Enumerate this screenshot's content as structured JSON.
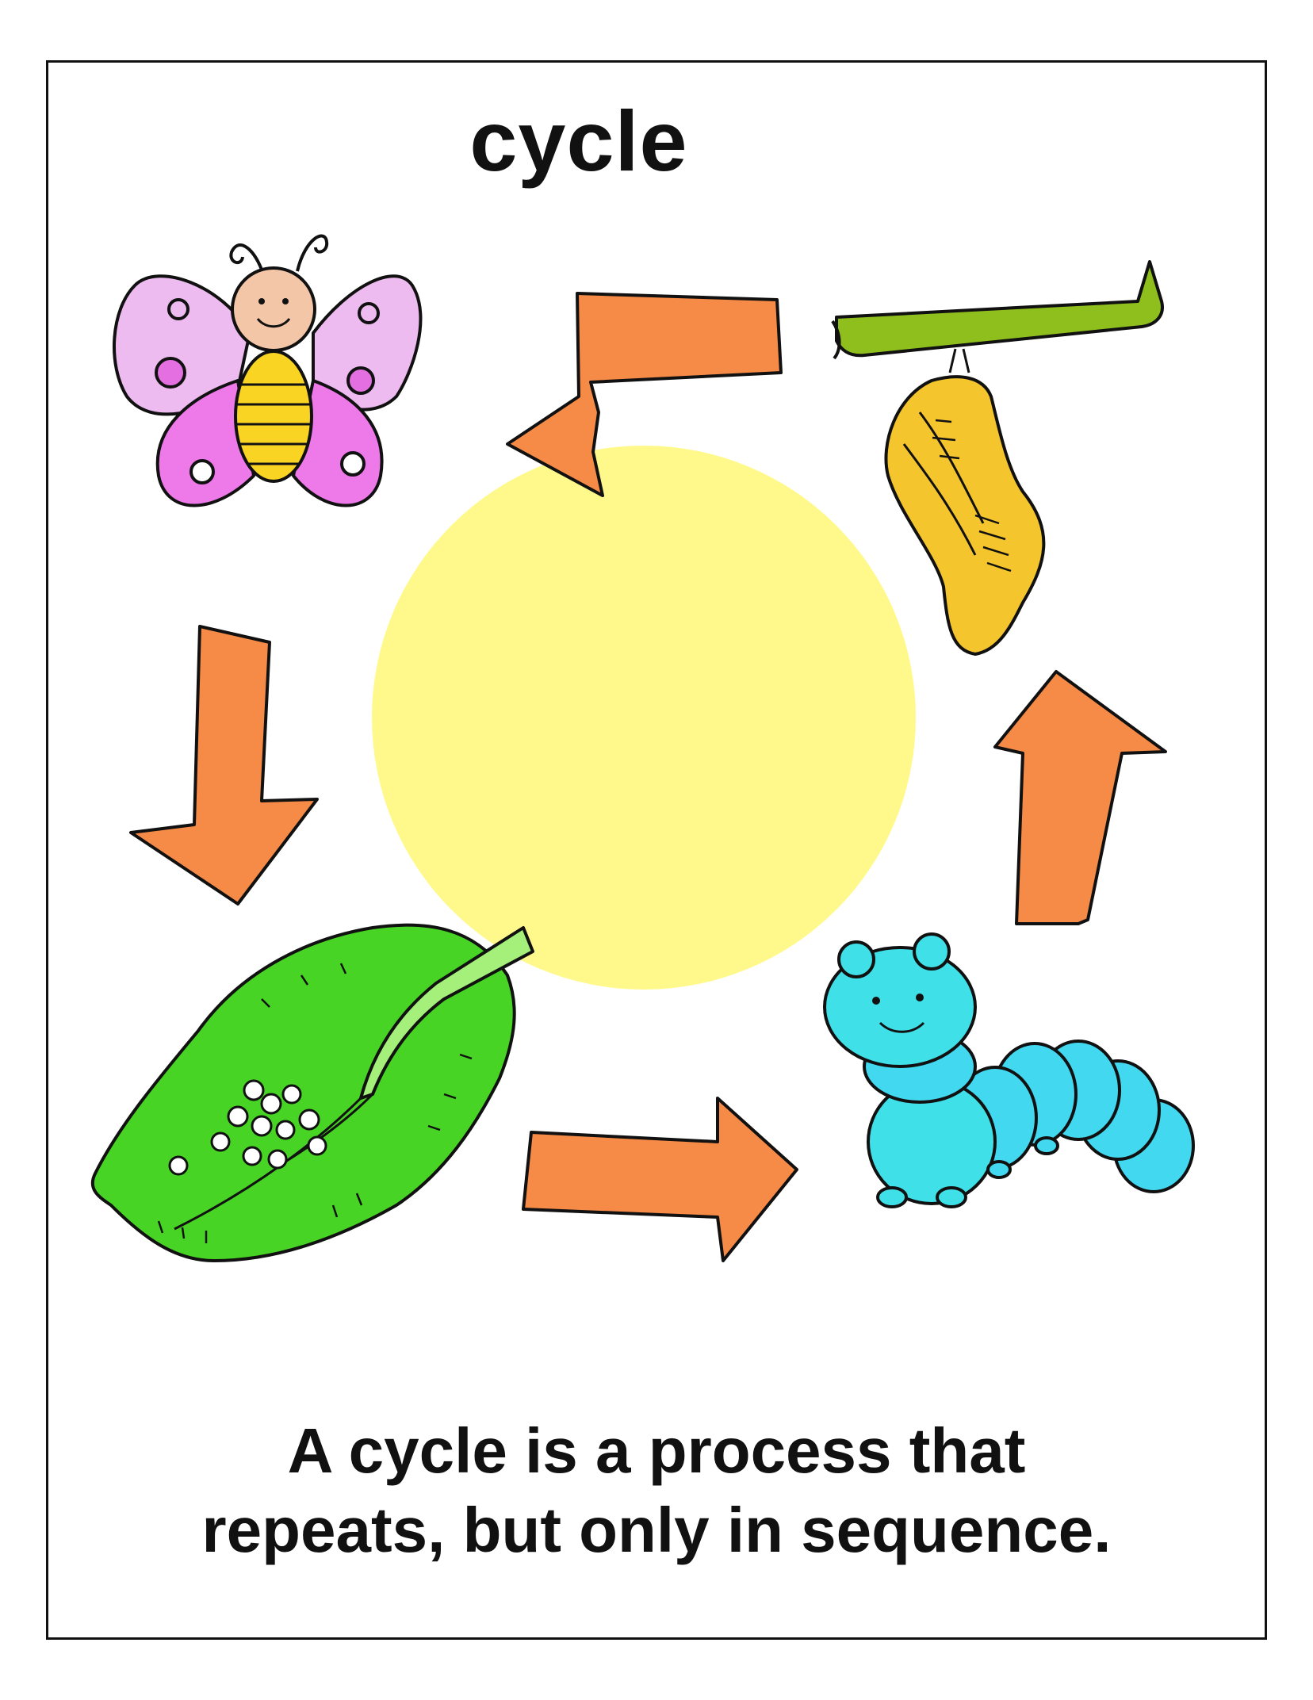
{
  "title": "cycle",
  "caption": {
    "line1": "A cycle is a process that",
    "line2": "repeats, but only in sequence."
  },
  "stages": [
    {
      "name": "butterfly",
      "icon": "butterfly-icon"
    },
    {
      "name": "eggs on leaf",
      "icon": "leaf-with-eggs-icon"
    },
    {
      "name": "caterpillar",
      "icon": "caterpillar-icon"
    },
    {
      "name": "chrysalis",
      "icon": "chrysalis-icon"
    }
  ],
  "colors": {
    "arrow": "#F58B47",
    "center_circle": "#FFF98C",
    "butterfly_wing": "#EDBBEF",
    "butterfly_wing_lower": "#EE7AEA",
    "butterfly_body": "#F9D423",
    "leaf": "#48D424",
    "caterpillar": "#42D8F0",
    "chrysalis": "#F5C52D",
    "branch": "#8FBF1C"
  }
}
